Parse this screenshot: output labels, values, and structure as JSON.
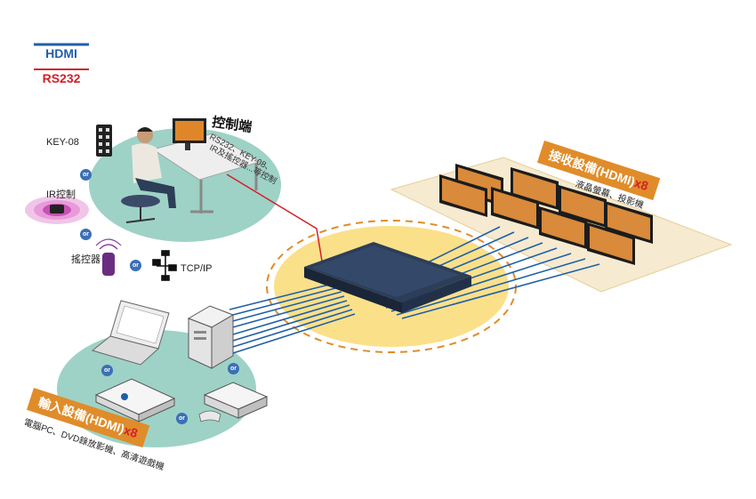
{
  "legend": {
    "hdmi": "HDMI",
    "rs232": "RS232",
    "hdmi_color": "#1f5fa8",
    "rs232_color": "#d2202a"
  },
  "control": {
    "title": "控制端",
    "line1": "RS232、KEY-08、",
    "line2": "IR及搖控器...等控制",
    "key08": "KEY-08",
    "ir": "IR控制",
    "remote": "搖控器",
    "tcpip": "TCP/IP",
    "or": "or"
  },
  "receiver": {
    "title": "接收設備(HDMI)",
    "count": "x8",
    "subtitle": "液晶螢幕、投影機"
  },
  "input": {
    "title": "輸入設備(HDMI)",
    "count": "x8",
    "subtitle": "電腦PC、DVD錄放影機、高清遊戲機"
  },
  "colors": {
    "teal": "#9ed2c6",
    "yellow": "#fbe08a",
    "orange": "#e08c2a",
    "beige": "#f6ead0"
  }
}
